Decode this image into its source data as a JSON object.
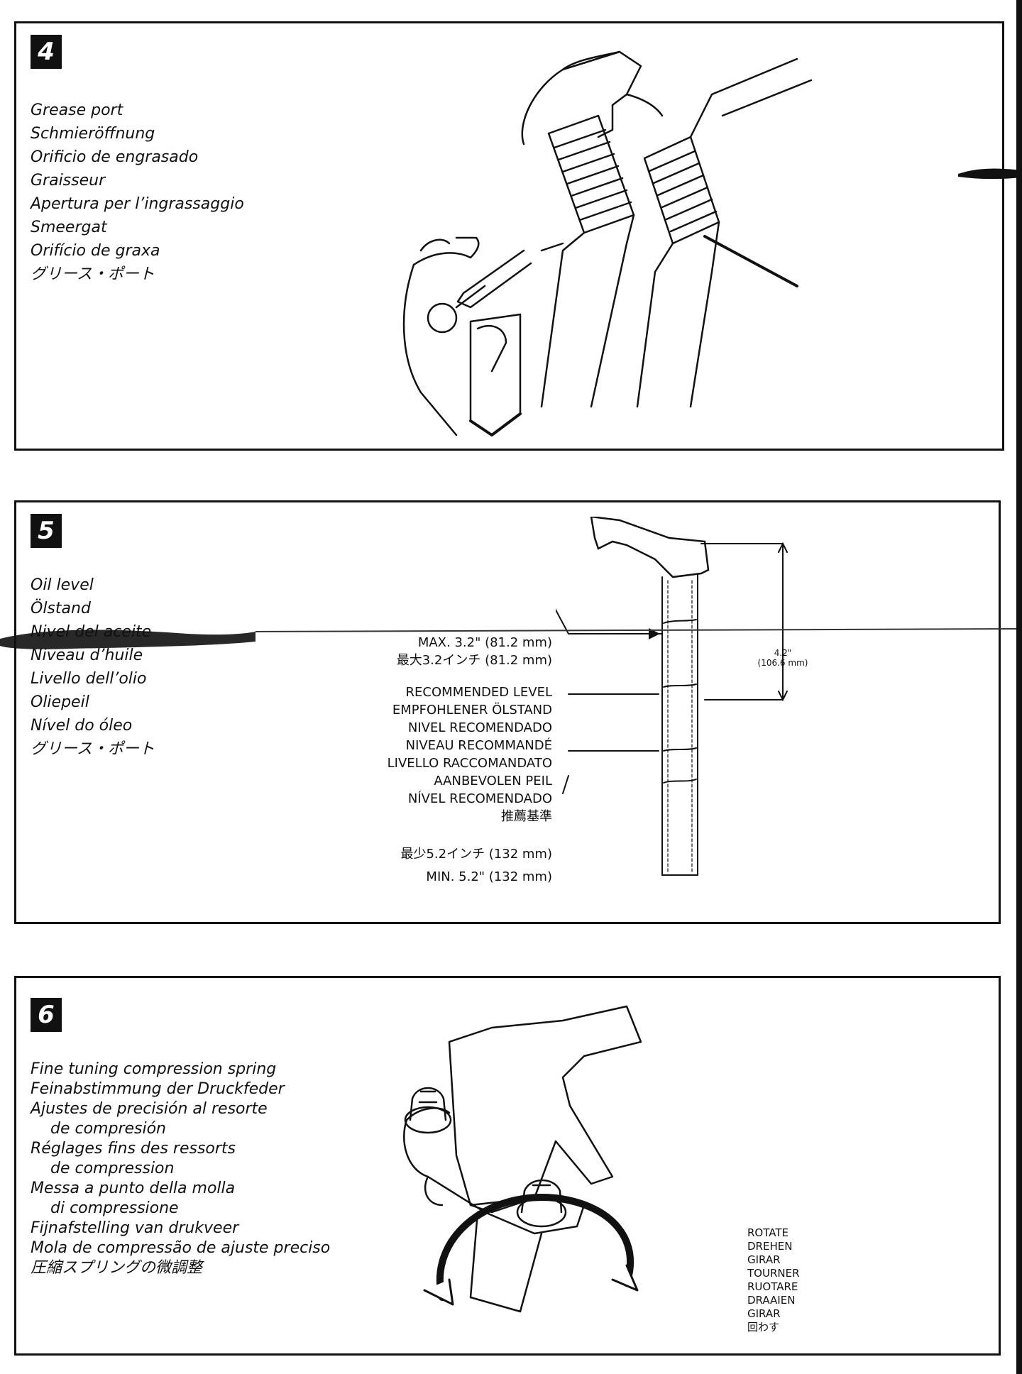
{
  "step4": {
    "number": "4",
    "labels": [
      "Grease port",
      "Schmieröffnung",
      "Orificio de engrasado",
      "Graisseur",
      "Apertura per l’ingrassaggio",
      "Smeergat",
      "Orifício de graxa",
      "グリース・ポート"
    ]
  },
  "step5": {
    "number": "5",
    "labels": [
      "Oil level",
      "Ölstand",
      "Nivel del aceite",
      "Niveau d’huile",
      "Livello dell’olio",
      "Oliepeil",
      "Nível do óleo",
      "グリース・ポート"
    ],
    "max_en": "MAX. 3.2\" (81.2 mm)",
    "max_ja": "最大3.2インチ (81.2 mm)",
    "recommended": [
      "RECOMMENDED LEVEL",
      "EMPFOHLENER ÖLSTAND",
      "NIVEL RECOMENDADO",
      "NIVEAU RECOMMANDÉ",
      "LIVELLO RACCOMANDATO",
      "AANBEVOLEN PEIL",
      "NÍVEL RECOMENDADO",
      "推薦基準"
    ],
    "min_ja": "最少5.2インチ (132 mm)",
    "min_en": "MIN. 5.2\" (132 mm)",
    "dim_in": "4.2\"",
    "dim_mm": "(106.6 mm)"
  },
  "step6": {
    "number": "6",
    "labels": [
      "Fine tuning compression spring",
      "Feinabstimmung der Druckfeder",
      "Ajustes de precisión al resorte",
      "de compresión",
      "Réglages fins des ressorts",
      "de compression",
      "Messa a punto della molla",
      "di compressione",
      "Fijnafstelling van drukveer",
      "Mola de compressão de ajuste preciso",
      "圧縮スプリングの微調整"
    ],
    "rotate": [
      "ROTATE",
      "DREHEN",
      "GIRAR",
      "TOURNER",
      "RUOTARE",
      "DRAAIEN",
      "GIRAR",
      "回わす"
    ]
  }
}
